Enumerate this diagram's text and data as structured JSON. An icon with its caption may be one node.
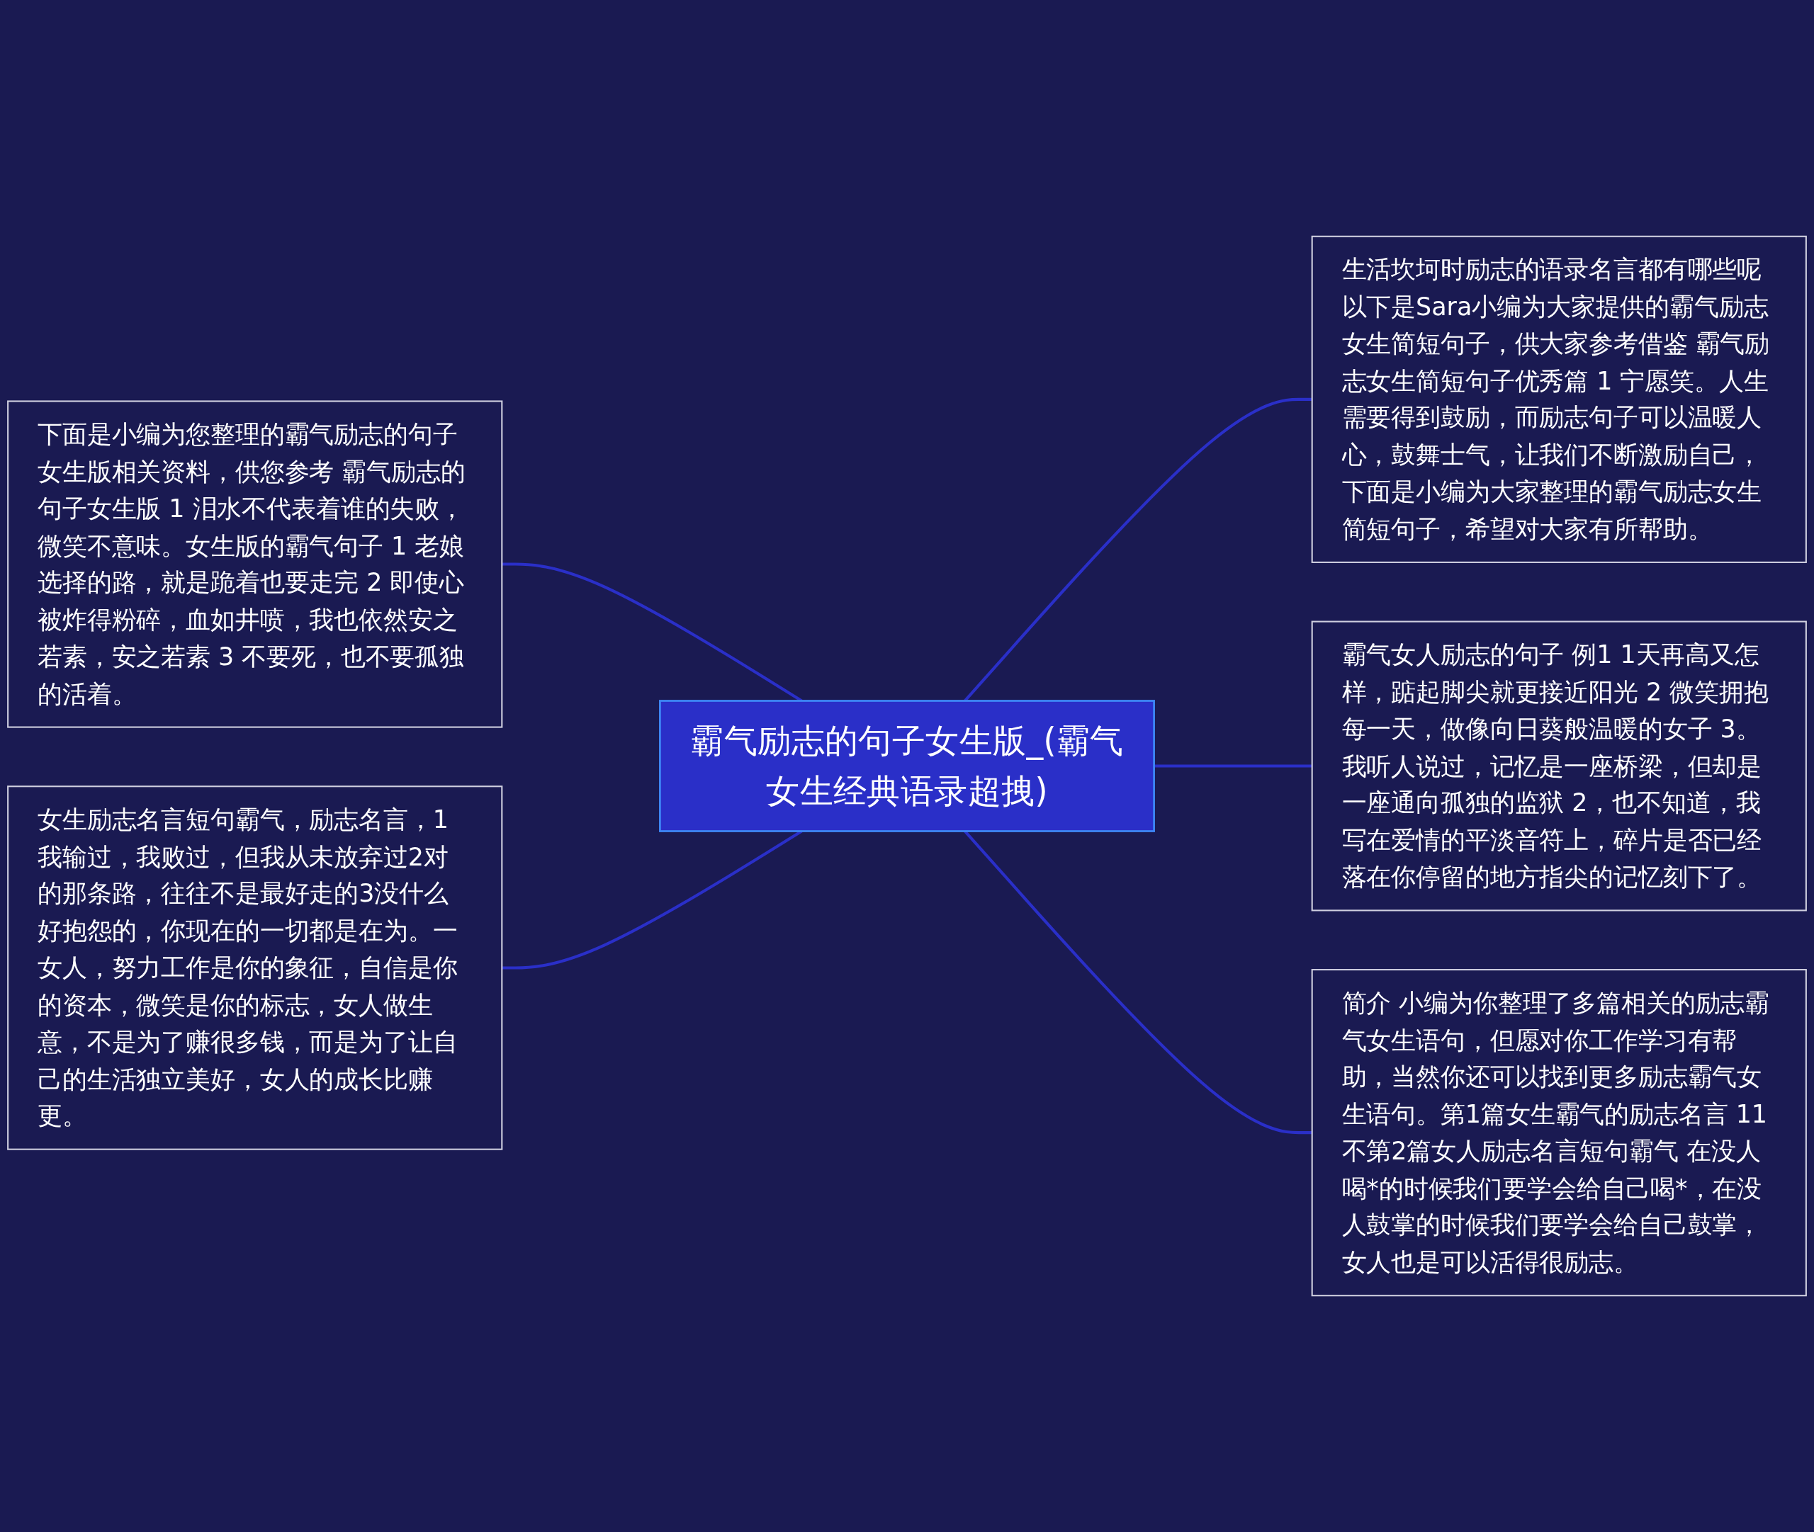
{
  "diagram": {
    "nodes": [
      {
        "text": [
          "霸气励志的句子女生版_(霸气女生经典语录超拽)"
        ]
      },
      {
        "text": [
          "生活坎坷时励志的语录名言都有哪些呢以下是Sara小编为大家提供的霸气励志女生简短句子，供大家参考借鉴 霸气励志女生简短句子优秀篇 1 宁愿笑。人生需要得到鼓励，而励志句子可以温暖人心，鼓舞士气，让我们不断激励自己，下面是小编为大家整理的霸气励志女生简短句子，希望对大家有所帮助。"
        ]
      },
      {
        "text": [
          "霸气女人励志的句子 例1 1天再高又怎样，踮起脚尖就更接近阳光 2 微笑拥抱每一天，做像向日葵般温暖的女子 3。我听人说过，记忆是一座桥梁，但却是一座通向孤独的监狱 2，也不知道，我写在爱情的平淡音符上，碎片是否已经落在你停留的地方指尖的记忆刻下了。"
        ]
      },
      {
        "text": [
          "简介 小编为你整理了多篇相关的励志霸气女生语句，但愿对你工作学习有帮助，当然你还可以找到更多励志霸气女生语句。第1篇女生霸气的励志名言 11不第2篇女人励志名言短句霸气 在没人喝*的时候我们要学会给自己喝*，在没人鼓掌的时候我们要学会给自己鼓掌，女人也是可以活得很励志。"
        ]
      },
      {
        "text": [
          "下面是小编为您整理的霸气励志的句子女生版相关资料，供您参考 霸气励志的句子女生版 1 泪水不代表着谁的失败，微笑不意味。女生版的霸气句子 1 老娘选择的路，就是跪着也要走完 2 即使心被炸得粉碎，血如井喷，我也依然安之若素，安之若素 3 不要死，也不要孤独的活着。"
        ]
      },
      {
        "text": [
          "女生励志名言短句霸气，励志名言，1我输过，我败过，但我从未放弃过2对的那条路，往往不是最好走的3没什么好抱怨的，你现在的一切都是在为。一女人，努力工作是你的象征，自信是你的资本，微笑是你的标志，女人做生意，不是为了赚很多钱，而是为了让自己的生活独立美好，女人的成长比赚更。"
        ]
      }
    ],
    "edges": [
      {
        "from": 0,
        "to": 1,
        "arrow": "none"
      },
      {
        "from": 0,
        "to": 2,
        "arrow": "none"
      },
      {
        "from": 0,
        "to": 3,
        "arrow": "none"
      },
      {
        "from": 4,
        "to": 0,
        "arrow": "none"
      },
      {
        "from": 5,
        "to": 0,
        "arrow": "none"
      }
    ]
  }
}
